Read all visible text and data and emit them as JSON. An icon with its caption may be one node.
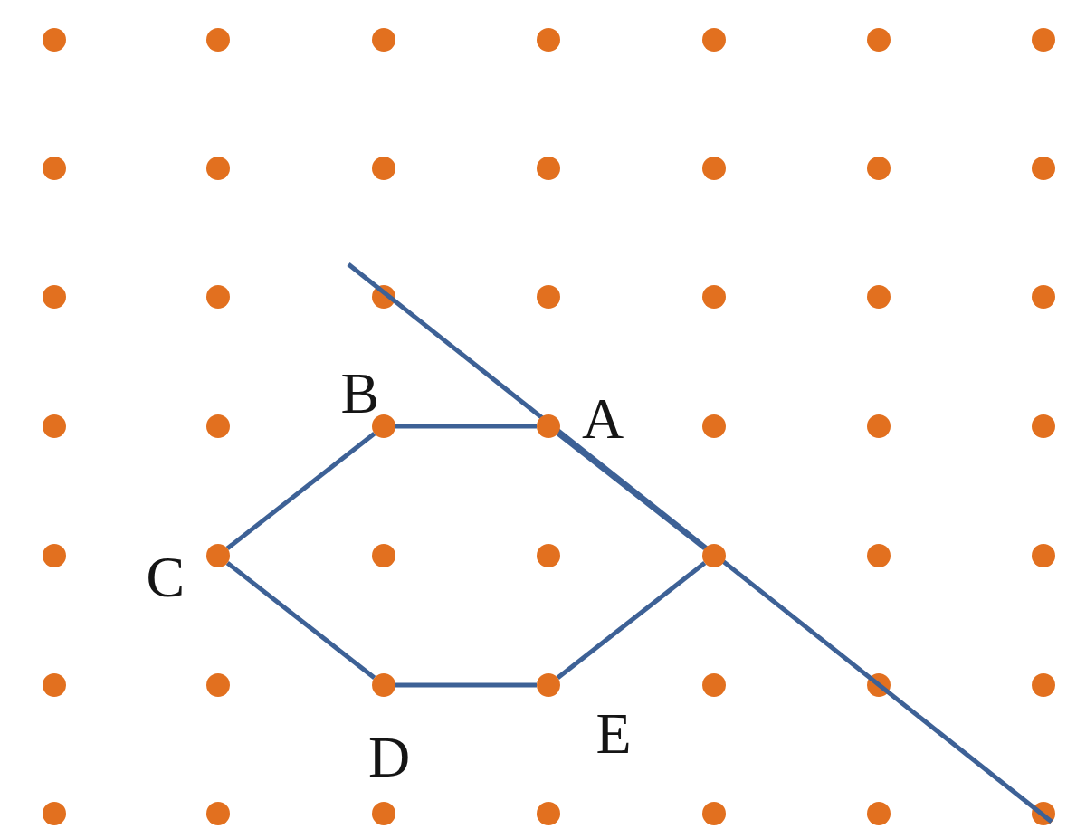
{
  "diagram": {
    "nodes": [
      {
        "text": [
          "A"
        ]
      },
      {
        "text": [
          "B"
        ]
      },
      {
        "text": [
          "C"
        ]
      },
      {
        "text": [
          "D"
        ]
      },
      {
        "text": [
          "E"
        ]
      },
      {
        "text": [],
        "shape": "circle"
      }
    ],
    "edges": [
      {
        "from": 1,
        "to": 0,
        "arrow": "none"
      },
      {
        "from": 1,
        "to": 2,
        "arrow": "none"
      },
      {
        "from": 2,
        "to": 3,
        "arrow": "none"
      },
      {
        "from": 3,
        "to": 4,
        "arrow": "none"
      },
      {
        "from": 4,
        "to": 5,
        "arrow": "none"
      },
      {
        "from": 5,
        "to": 0,
        "arrow": "none"
      }
    ]
  }
}
